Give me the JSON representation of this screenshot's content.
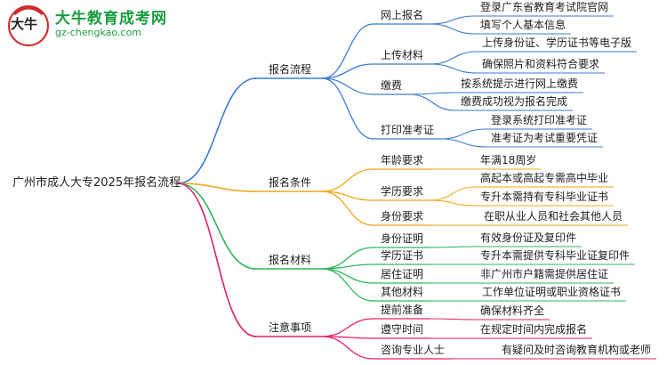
{
  "brand": {
    "name": "大牛教育成考网",
    "url": "gz-chengkao.com",
    "mark": "大牛",
    "colors": {
      "green": "#1a9d3f",
      "red": "#d12a2a"
    }
  },
  "root": "广州市成人大专2025年报名流程",
  "branches": [
    {
      "key": "process",
      "label": "报名流程",
      "color": "#3a7bd5",
      "items": [
        {
          "label": "网上报名",
          "leaves": [
            "登录广东省教育考试院官网",
            "填写个人基本信息"
          ]
        },
        {
          "label": "上传材料",
          "leaves": [
            "上传身份证、学历证书等电子版",
            "确保照片和资料符合要求"
          ]
        },
        {
          "label": "缴费",
          "leaves": [
            "按系统提示进行网上缴费",
            "缴费成功视为报名完成"
          ]
        },
        {
          "label": "打印准考证",
          "leaves": [
            "登录系统打印准考证",
            "准考证为考试重要凭证"
          ]
        }
      ]
    },
    {
      "key": "conditions",
      "label": "报名条件",
      "color": "#f2a51a",
      "items": [
        {
          "label": "年龄要求",
          "leaves": [
            "年满18周岁"
          ]
        },
        {
          "label": "学历要求",
          "leaves": [
            "高起本或高起专需高中毕业",
            "专升本需持有专科毕业证书"
          ]
        },
        {
          "label": "身份要求",
          "leaves": [
            "在职从业人员和社会其他人员"
          ]
        }
      ]
    },
    {
      "key": "materials",
      "label": "报名材料",
      "color": "#2fb65a",
      "items": [
        {
          "label": "身份证明",
          "leaves": [
            "有效身份证及复印件"
          ]
        },
        {
          "label": "学历证书",
          "leaves": [
            "专升本需提供专科毕业证复印件"
          ]
        },
        {
          "label": "居住证明",
          "leaves": [
            "非广州市户籍需提供居住证"
          ]
        },
        {
          "label": "其他材料",
          "leaves": [
            "工作单位证明或职业资格证书"
          ]
        }
      ]
    },
    {
      "key": "notes",
      "label": "注意事项",
      "color": "#e3206b",
      "items": [
        {
          "label": "提前准备",
          "leaves": [
            "确保材料齐全"
          ]
        },
        {
          "label": "遵守时间",
          "leaves": [
            "在规定时间内完成报名"
          ]
        },
        {
          "label": "咨询专业人士",
          "leaves": [
            "有疑问及时咨询教育机构或老师"
          ]
        }
      ]
    }
  ]
}
